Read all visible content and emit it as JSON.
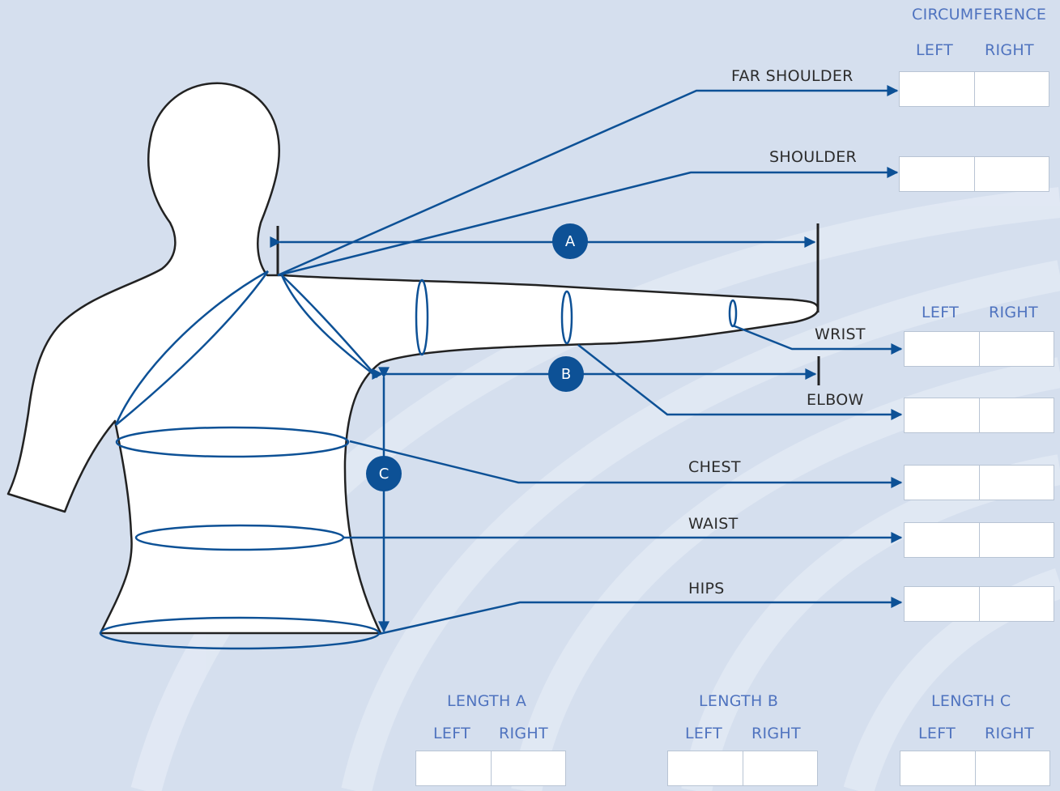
{
  "header": {
    "circumference": "CIRCUMFERENCE",
    "left": "LEFT",
    "right": "RIGHT"
  },
  "wrist_header": {
    "left": "LEFT",
    "right": "RIGHT"
  },
  "measurements": {
    "far_shoulder": "FAR SHOULDER",
    "shoulder": "SHOULDER",
    "wrist": "WRIST",
    "elbow": "ELBOW",
    "chest": "CHEST",
    "waist": "WAIST",
    "hips": "HIPS"
  },
  "markers": {
    "a": "A",
    "b": "B",
    "c": "C"
  },
  "lengths": {
    "a": {
      "title": "LENGTH A",
      "left": "LEFT",
      "right": "RIGHT"
    },
    "b": {
      "title": "LENGTH B",
      "left": "LEFT",
      "right": "RIGHT"
    },
    "c": {
      "title": "LENGTH C",
      "left": "LEFT",
      "right": "RIGHT"
    }
  },
  "colors": {
    "background": "#d5dfee",
    "line": "#0d5196",
    "label_blue": "#4f73bf",
    "label_dark": "#2c2c2c"
  }
}
